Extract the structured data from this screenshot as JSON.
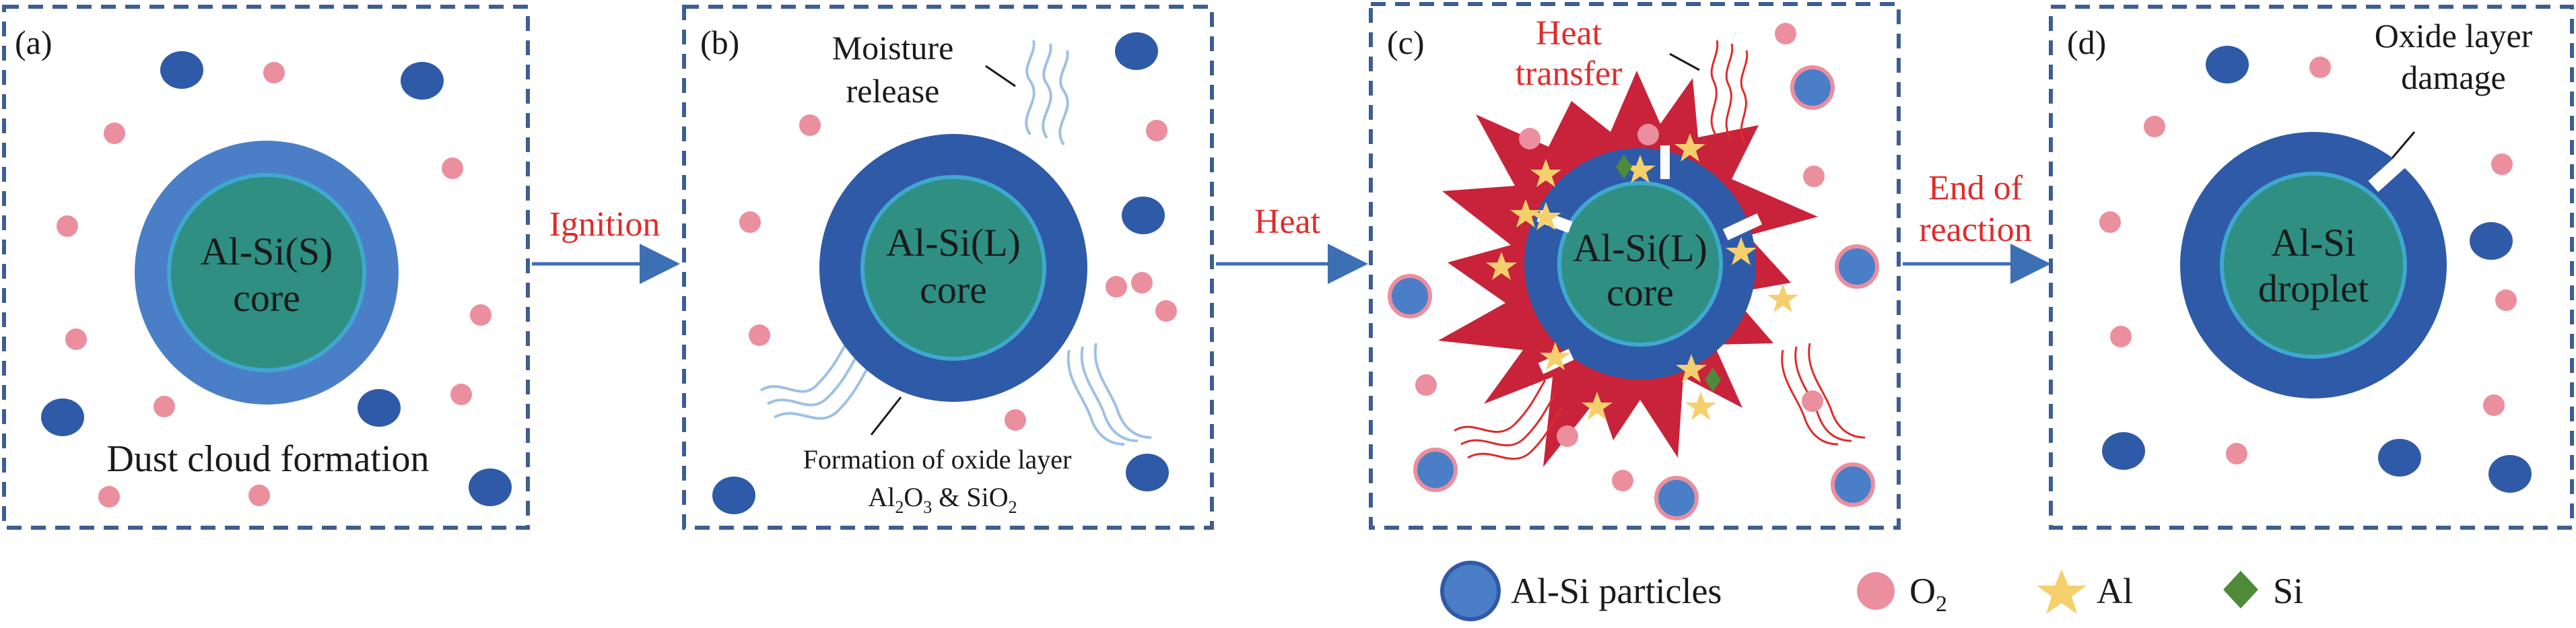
{
  "panels": [
    {
      "id": "a",
      "label": "(a)",
      "core_line1": "Al-Si(S)",
      "core_line2": "core",
      "caption": "Dust cloud formation"
    },
    {
      "id": "b",
      "label": "(b)",
      "core_line1": "Al-Si(L)",
      "core_line2": "core",
      "annotation_top_line1": "Moisture",
      "annotation_top_line2": "release",
      "annotation_bottom_line1": "Formation of oxide layer",
      "annotation_bottom_line2_a": "Al",
      "annotation_bottom_line2_sub1": "2",
      "annotation_bottom_line2_b": "O",
      "annotation_bottom_line2_sub2": "3",
      "annotation_bottom_line2_c": " & SiO",
      "annotation_bottom_line2_sub3": "2"
    },
    {
      "id": "c",
      "label": "(c)",
      "core_line1": "Al-Si(L)",
      "core_line2": "core",
      "annotation_top_line1": "Heat",
      "annotation_top_line2": "transfer"
    },
    {
      "id": "d",
      "label": "(d)",
      "core_line1": "Al-Si",
      "core_line2": "droplet",
      "annotation_top_line1": "Oxide layer",
      "annotation_top_line2": "damage"
    }
  ],
  "arrows": [
    {
      "line1": "Ignition",
      "line2": ""
    },
    {
      "line1": "Heat",
      "line2": ""
    },
    {
      "line1": "End of",
      "line2": "reaction"
    }
  ],
  "legend": {
    "particles": "Al-Si particles",
    "o2_base": "O",
    "o2_sub": "2",
    "al": "Al",
    "si": "Si"
  },
  "colors": {
    "panel_border": "#3d5e93",
    "arrow": "#3d6fb5",
    "shell_light": "#4a7fc8",
    "shell_dark": "#2f5aa8",
    "core": "#2e8f82",
    "core_edge": "#3fa8d0",
    "particle": "#2f5aa8",
    "o2": "#eb8e9e",
    "flame": "#c8233a",
    "star": "#f6cf6d",
    "diamond": "#4f8a3a",
    "moisture": "#9ec1e4",
    "heat_line": "#e02b2b",
    "red_text": "#e02b2b"
  }
}
